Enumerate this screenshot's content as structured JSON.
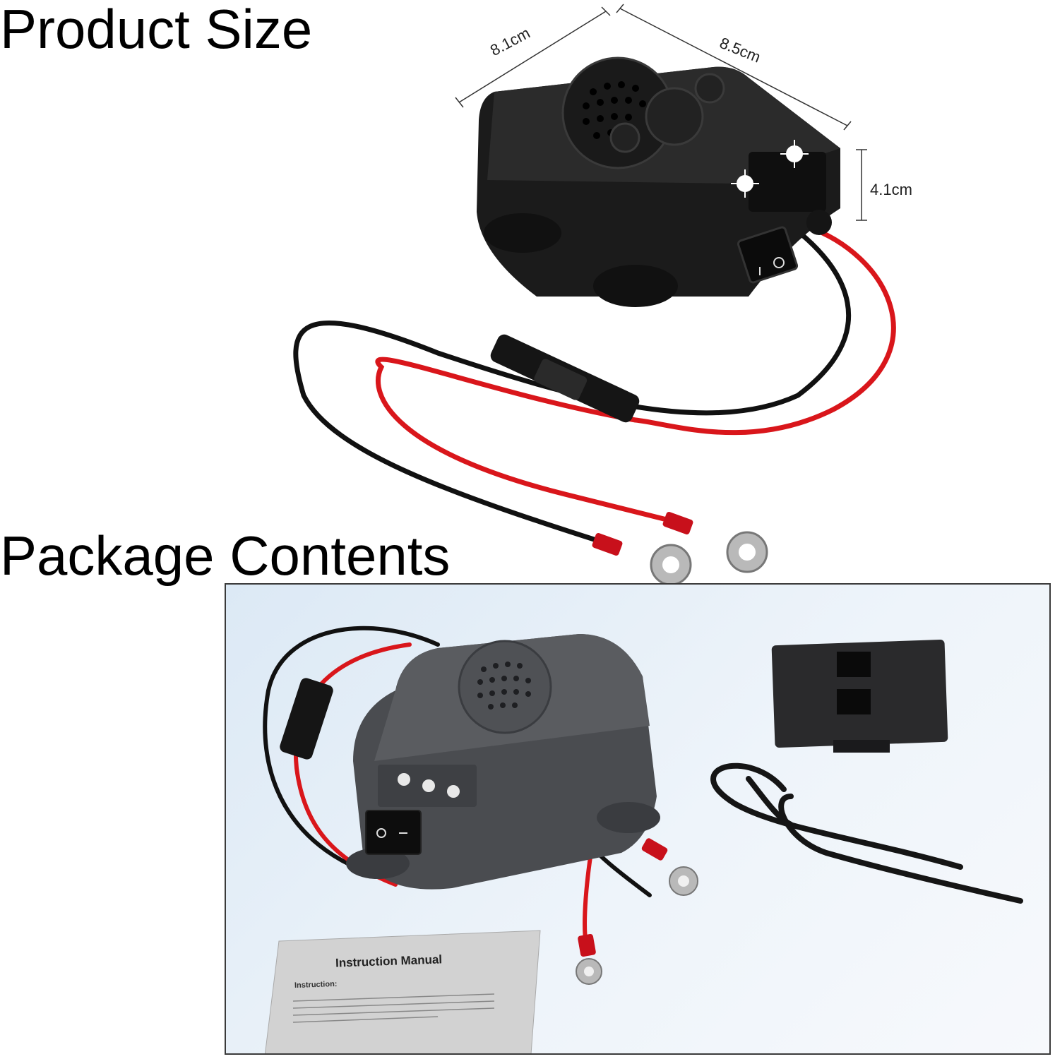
{
  "headings": {
    "product_size": "Product Size",
    "package_contents": "Package Contents"
  },
  "dimensions": {
    "width": "8.1cm",
    "length": "8.5cm",
    "height": "4.1cm"
  },
  "manual": {
    "title": "Instruction Manual",
    "subtitle": "Instruction:"
  },
  "colors": {
    "device": "#1b1b1b",
    "device_gray": "#4a4c50",
    "wire_red": "#d9161b",
    "wire_black": "#111111",
    "frame_bg": "#e6eef7"
  },
  "icons": [
    "led-light-icon",
    "power-switch-icon",
    "speaker-grille-icon"
  ]
}
